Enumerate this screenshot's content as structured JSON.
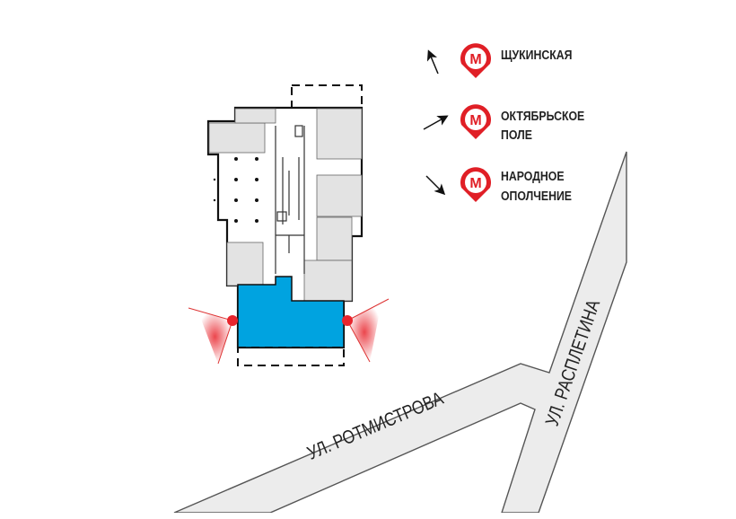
{
  "colors": {
    "metro_red": "#e01f26",
    "apartment_blue": "#00a3e0",
    "road_fill": "#ececec",
    "room_gray": "#e3e3e3",
    "entrance_red": "#e8252d"
  },
  "metro_stations": [
    {
      "name_line1": "ЩУКИНСКАЯ",
      "name_line2": "",
      "icon": "metro-pin-icon",
      "arrow": "arrow-up-left-icon"
    },
    {
      "name_line1": "ОКТЯБРЬСКОЕ",
      "name_line2": "ПОЛЕ",
      "icon": "metro-pin-icon",
      "arrow": "arrow-up-right-icon"
    },
    {
      "name_line1": "НАРОДНОЕ",
      "name_line2": "ОПОЛЧЕНИЕ",
      "icon": "metro-pin-icon",
      "arrow": "arrow-down-right-icon"
    }
  ],
  "metro_letter": "М",
  "streets": {
    "rotmistrova": "УЛ. РОТМИСТРОВА",
    "raspletina": "УЛ. РАСПЛЕТИНА"
  }
}
